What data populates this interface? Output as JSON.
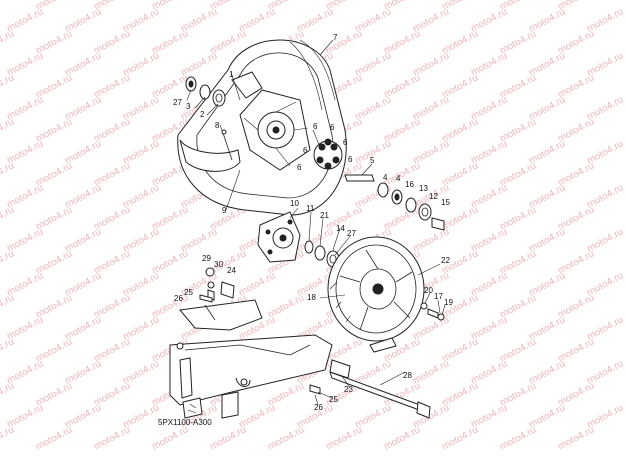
{
  "diagram": {
    "watermark_text": "moto4.ru",
    "drawing_code": "5PX1100-A300",
    "labels": {
      "l1": "1",
      "l2": "2",
      "l3": "3",
      "l4a": "4",
      "l4b": "4",
      "l5": "5",
      "l6a": "6",
      "l6b": "6",
      "l6c": "6",
      "l6d": "6",
      "l6e": "6",
      "l6f": "6",
      "l7": "7",
      "l8": "8",
      "l9": "9",
      "l10": "10",
      "l11": "11",
      "l12": "12",
      "l13": "13",
      "l14": "14",
      "l15": "15",
      "l16": "16",
      "l17": "17",
      "l18": "18",
      "l19": "19",
      "l20": "20",
      "l21": "21",
      "l22": "22",
      "l23": "23",
      "l24": "24",
      "l25a": "25",
      "l25b": "25",
      "l26a": "26",
      "l26b": "26",
      "l27a": "27",
      "l27b": "27",
      "l28": "28",
      "l29": "29",
      "l30": "30"
    }
  }
}
